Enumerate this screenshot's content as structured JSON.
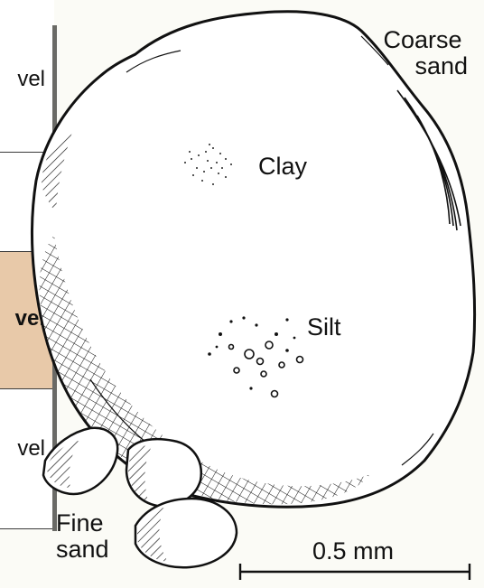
{
  "labels": {
    "clay": "Clay",
    "silt": "Silt",
    "coarse_sand_line1": "Coarse",
    "coarse_sand_line2": "sand",
    "fine_sand_line1": "Fine",
    "fine_sand_line2": "sand"
  },
  "scale_bar": {
    "label": "0.5 mm",
    "value_mm": 0.5
  },
  "side_panels": [
    "vel",
    "vel",
    "vel"
  ],
  "colors": {
    "background": "#fbfbf6",
    "ink": "#111111",
    "highlight_panel": "#e8c9a9",
    "divider": "#6a6a66"
  }
}
